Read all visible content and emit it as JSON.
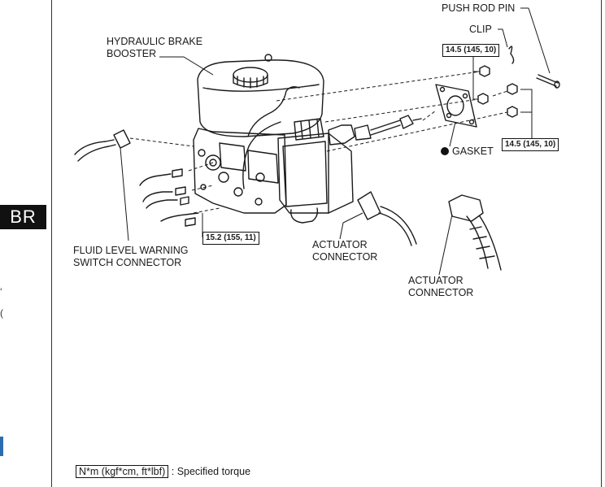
{
  "section_tab": "BR",
  "labels": {
    "push_rod_pin": "PUSH ROD PIN",
    "clip": "CLIP",
    "hydraulic_brake_booster_line1": "HYDRAULIC BRAKE",
    "hydraulic_brake_booster_line2": "BOOSTER",
    "gasket": "GASKET",
    "fluid_level_line1": "FLUID LEVEL WARNING",
    "fluid_level_line2": "SWITCH CONNECTOR",
    "actuator_connector_1_line1": "ACTUATOR",
    "actuator_connector_1_line2": "CONNECTOR",
    "actuator_connector_2_line1": "ACTUATOR",
    "actuator_connector_2_line2": "CONNECTOR"
  },
  "torque": {
    "upper": "14.5 (145, 10)",
    "right": "14.5 (145, 10)",
    "lines": "15.2 (155, 11)"
  },
  "legend": {
    "box_text": "N*m (kgf*cm, ft*lbf)",
    "description": ": Specified torque"
  },
  "colors": {
    "line": "#1a1a1a",
    "tab_background": "#111111"
  }
}
